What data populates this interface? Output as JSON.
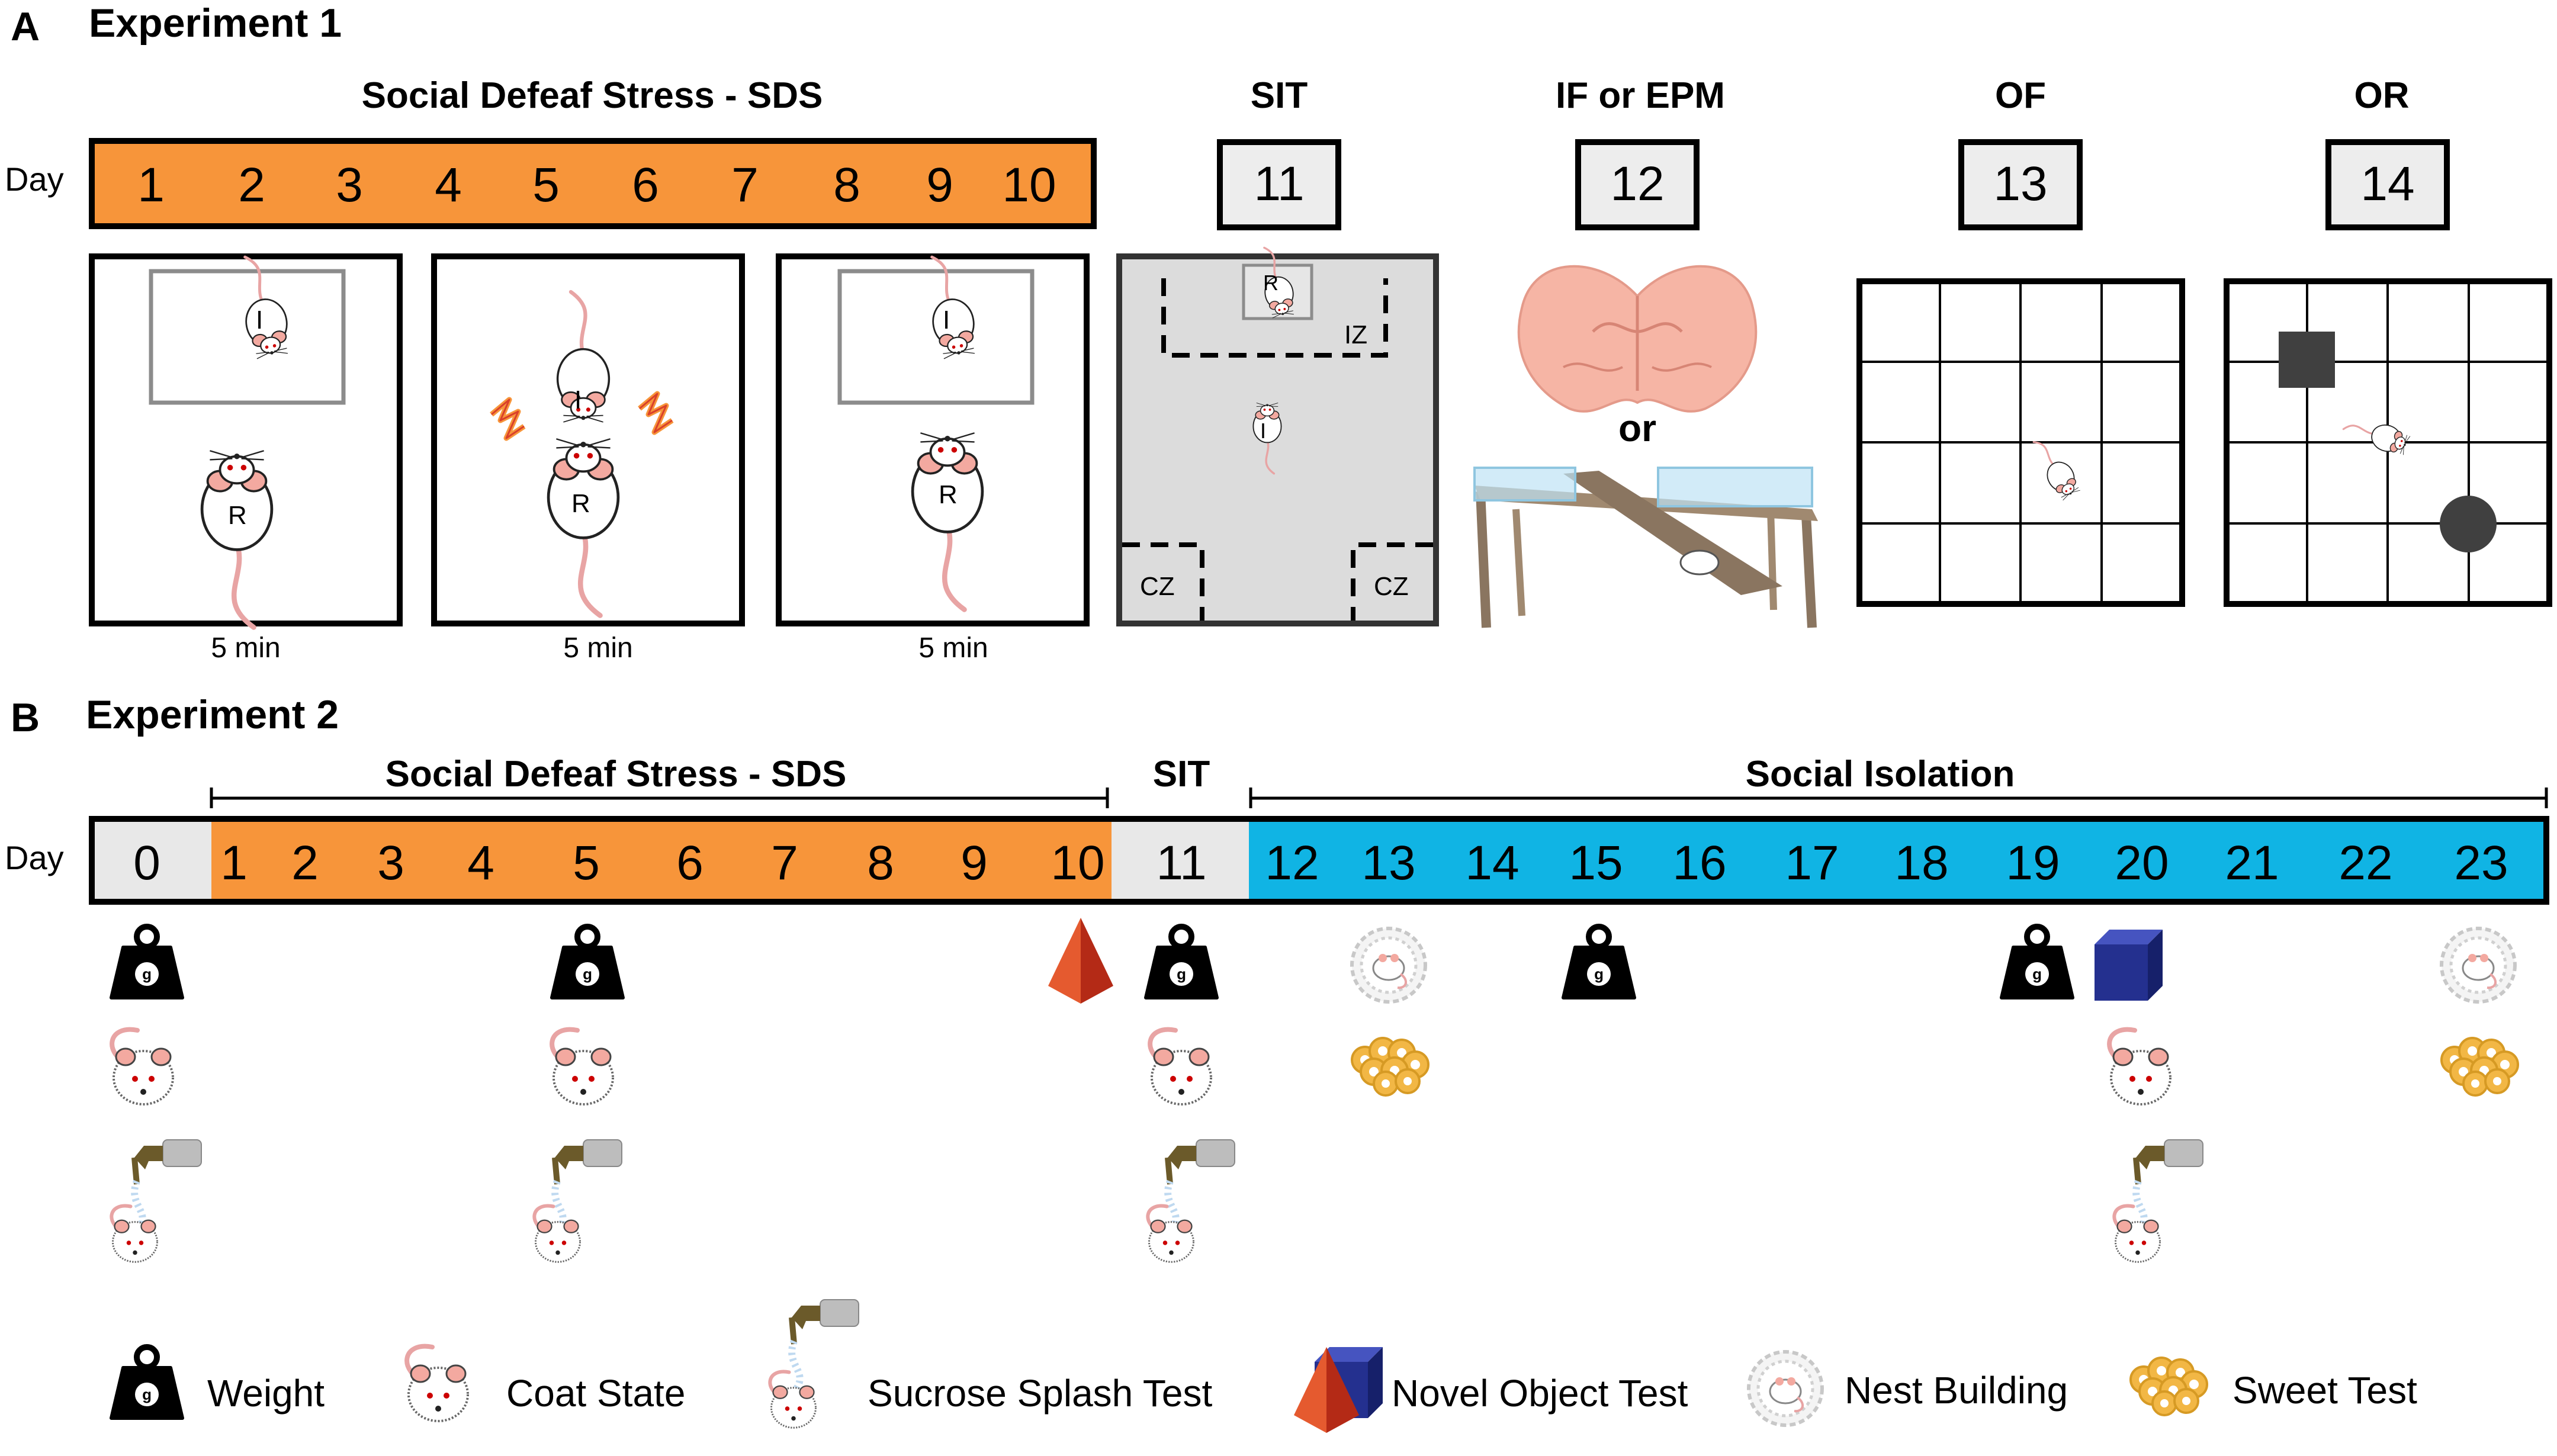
{
  "panel_a": {
    "letter": "A",
    "title": "Experiment 1",
    "sds_label": "Social Defeaf Stress - SDS",
    "day_label": "Day",
    "sds_days": [
      "1",
      "2",
      "3",
      "4",
      "5",
      "6",
      "7",
      "8",
      "9",
      "10"
    ],
    "tests": [
      {
        "label": "SIT",
        "day": "11"
      },
      {
        "label": "IF or EPM",
        "day": "12"
      },
      {
        "label": "OF",
        "day": "13"
      },
      {
        "label": "OR",
        "day": "14"
      }
    ],
    "box_durations": [
      "5 min",
      "5 min",
      "5 min"
    ],
    "mouse_labels": {
      "intruder": "I",
      "resident": "R"
    },
    "sit_zones": {
      "interaction": "IZ",
      "corner_left": "CZ",
      "corner_right": "CZ",
      "resident": "R",
      "intruder": "I"
    },
    "or_text": "or"
  },
  "panel_b": {
    "letter": "B",
    "title": "Experiment 2",
    "sds_label": "Social Defeaf Stress - SDS",
    "sit_label": "SIT",
    "isolation_label": "Social Isolation",
    "day_label": "Day",
    "day0": "0",
    "sds_days": [
      "1",
      "2",
      "3",
      "4",
      "5",
      "6",
      "7",
      "8",
      "9",
      "10"
    ],
    "sit_day": "11",
    "iso_days": [
      "12",
      "13",
      "14",
      "15",
      "16",
      "17",
      "18",
      "19",
      "20",
      "21",
      "22",
      "23"
    ],
    "weight_glyph": "g"
  },
  "legend": [
    {
      "icon": "weight-icon",
      "label": "Weight"
    },
    {
      "icon": "coat-state-icon",
      "label": "Coat State"
    },
    {
      "icon": "sucrose-splash-icon",
      "label": "Sucrose Splash Test"
    },
    {
      "icon": "novel-object-icon",
      "label": "Novel Object Test"
    },
    {
      "icon": "nest-building-icon",
      "label": "Nest Building"
    },
    {
      "icon": "sweet-test-icon",
      "label": "Sweet Test"
    }
  ],
  "colors": {
    "orange": "#F7953A",
    "blue": "#10B4E4",
    "gray_cell": "#E8E8E8",
    "arena_gray": "#DCDCDC",
    "object": "#404040",
    "pink": "#F3A9A0",
    "tan": "#A08970",
    "sweet": "#F2B745",
    "cube": "#24308F",
    "pyramid": "#D93A1E"
  }
}
